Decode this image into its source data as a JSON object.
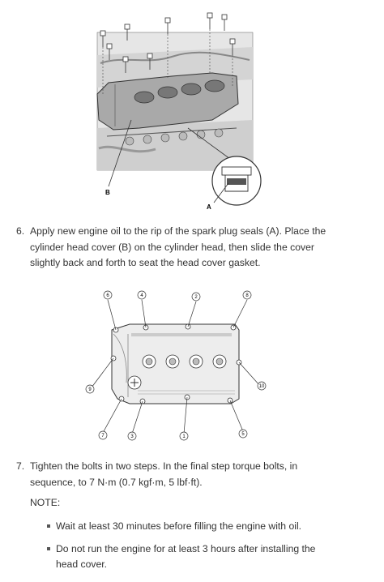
{
  "figure1": {
    "label_a": "A",
    "label_b": "B"
  },
  "step6": {
    "number": "6.",
    "text": "Apply new engine oil to the rip of the spark plug seals (A). Place the cylinder head cover (B) on the cylinder head, then slide the cover slightly back and forth to seat the head cover gasket."
  },
  "figure2": {
    "bolt_order": [
      "1",
      "2",
      "3",
      "4",
      "5",
      "6",
      "7",
      "8",
      "9",
      "10"
    ]
  },
  "step7": {
    "number": "7.",
    "text": "Tighten the bolts in two steps. In the final step torque bolts, in sequence, to 7 N·m (0.7 kgf·m, 5 lbf·ft)."
  },
  "note": {
    "label": "NOTE:",
    "items": [
      "Wait at least 30 minutes before filling the engine with oil.",
      "Do not run the engine for at least 3 hours after installing the head cover."
    ]
  }
}
